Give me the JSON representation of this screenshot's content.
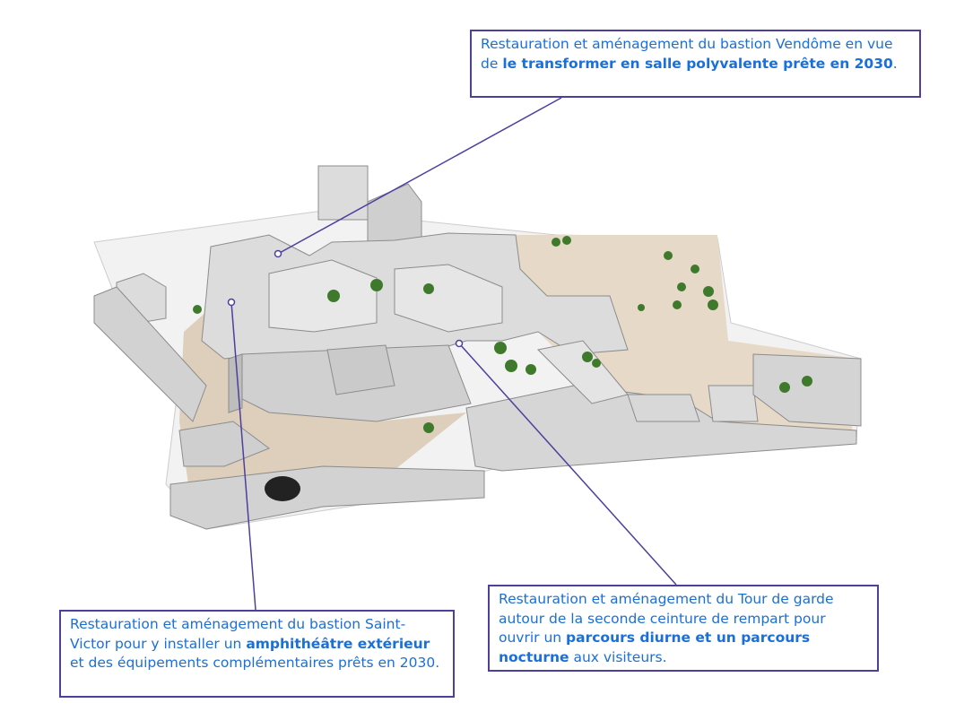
{
  "callouts": [
    {
      "name": "bastion-vendome",
      "parts": [
        "Restauration et aménagement du bastion Vendôme en vue de ",
        "le transformer en salle polyvalente prête en 2030",
        "."
      ]
    },
    {
      "name": "bastion-saint-victor",
      "parts": [
        "Restauration et aménagement du bastion Saint-Victor pour y installer un ",
        "amphithéâtre extérieur",
        " et des équipements complémentaires prêts en 2030."
      ]
    },
    {
      "name": "tour-de-garde",
      "parts": [
        "Restauration et aménagement du Tour de garde autour de la seconde ceinture de rempart pour ouvrir un ",
        "parcours diurne et un parcours nocturne",
        " aux visiteurs."
      ]
    }
  ],
  "colors": {
    "text": "#1a6fd8",
    "border": "#4e3f9c",
    "wall": "#d9d9d9",
    "terrain": "#e3d6c4",
    "tree": "#3f7a2c"
  }
}
